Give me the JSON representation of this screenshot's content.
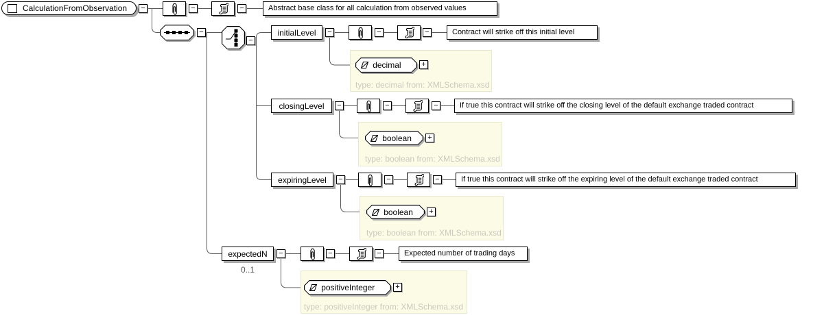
{
  "glyphs": {
    "collapse": "−",
    "expand": "+"
  },
  "colors": {
    "panel_yellow": "#FBFBE6",
    "type_note_gray": "#C9C9BE",
    "shadow_gray": "#A9A9A9",
    "wire_gray": "#5A5A5A"
  },
  "icons": {
    "attributes": "paperclip-icon",
    "annotation": "scroll-icon",
    "compositor_sequence": "sequence-icon",
    "compositor_choice": "choice-icon",
    "simple_type": "slanted-square-icon",
    "complex_element": "square-icon"
  },
  "root": {
    "label": "CalculationFromObservation",
    "doc": "Abstract base class for all calculation from observed values"
  },
  "elements": [
    {
      "name": "initialLevel",
      "doc": "Contract will strike off this initial level",
      "type": "decimal",
      "type_note": "type: decimal from: XMLSchema.xsd"
    },
    {
      "name": "closingLevel",
      "doc": "If true this contract will strike off the closing level of the default exchange traded contract",
      "type": "boolean",
      "type_note": "type: boolean from: XMLSchema.xsd"
    },
    {
      "name": "expiringLevel",
      "doc": "If true this contract will strike off the expiring level of the default exchange traded contract",
      "type": "boolean",
      "type_note": "type: boolean from: XMLSchema.xsd"
    },
    {
      "name": "expectedN",
      "cardinality": "0..1",
      "doc": "Expected number of trading days",
      "type": "positiveInteger",
      "type_note": "type: positiveInteger from: XMLSchema.xsd"
    }
  ]
}
